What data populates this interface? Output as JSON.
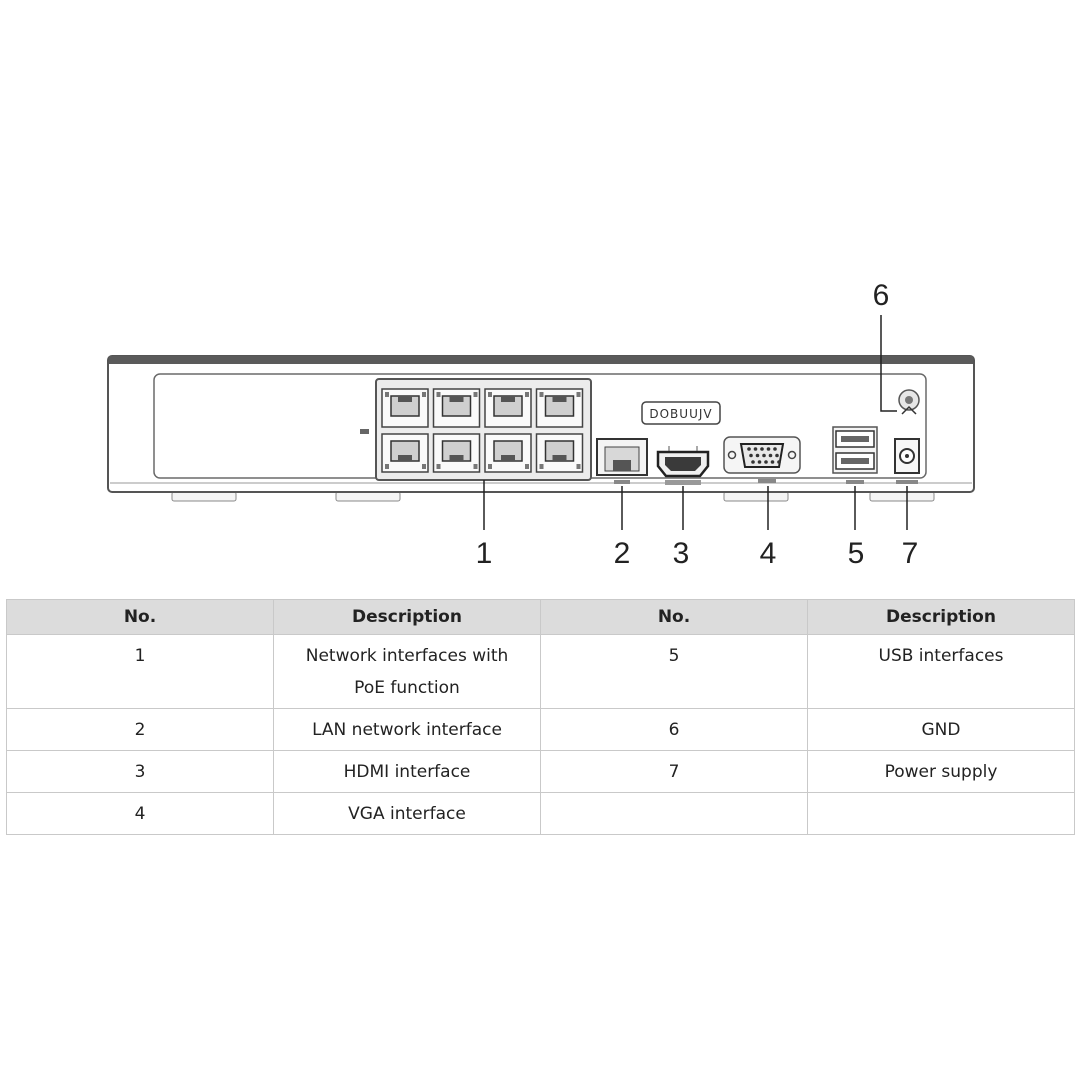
{
  "callouts": [
    {
      "label": "1"
    },
    {
      "label": "2"
    },
    {
      "label": "3"
    },
    {
      "label": "4"
    },
    {
      "label": "5"
    },
    {
      "label": "6"
    },
    {
      "label": "7"
    }
  ],
  "device": {
    "brand_text": "DOBUUJV",
    "poe_ports": 8
  },
  "table": {
    "headers": [
      "No.",
      "Description",
      "No.",
      "Description"
    ],
    "rows": [
      [
        "1",
        "Network interfaces with PoE function",
        "5",
        "USB interfaces"
      ],
      [
        "2",
        "LAN network interface",
        "6",
        "GND"
      ],
      [
        "3",
        "HDMI interface",
        "7",
        "Power supply"
      ],
      [
        "4",
        "VGA interface",
        "",
        ""
      ]
    ]
  }
}
